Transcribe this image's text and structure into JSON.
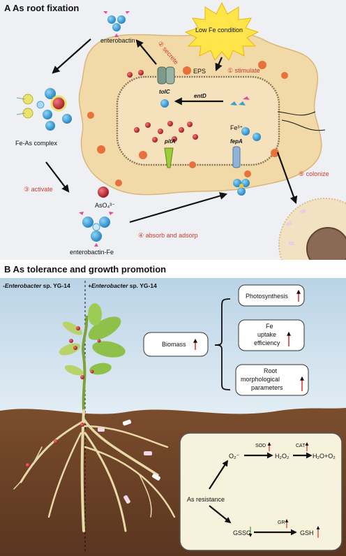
{
  "panel_a": {
    "title": "A As root fixation",
    "low_fe": "Low Fe condition",
    "stimulate": "① stimulate",
    "secrete": "② secrete",
    "activate": "③ activate",
    "absorb": "④ absorb and adsorp",
    "colonize": "⑤ colonize",
    "enterobactin": "enterobactin",
    "eps": "EPS",
    "tolc": "tolC",
    "entd": "entD",
    "fe3": "Fe³⁺",
    "pita": "pitA",
    "fepa": "fepA",
    "fe_as_complex": "Fe-As complex",
    "aso4": "AsO₄³⁻",
    "enterobactin_fe": "enterobactin-Fe"
  },
  "panel_b": {
    "title": "B As tolerance and growth promotion",
    "minus_label_italic": "-Enterobacter",
    "minus_label_rest": " sp. YG-14",
    "plus_label_italic": "+Enterobacter",
    "plus_label_rest": " sp. YG-14",
    "biomass": "Biomass",
    "photosynthesis": "Photosynthesis",
    "fe_uptake_1": "Fe",
    "fe_uptake_2": "uptake",
    "fe_uptake_3": "efficiency",
    "root_1": "Root",
    "root_2": "morphological",
    "root_3": "parameters",
    "as_resistance": "As resistance",
    "o2": "O₂⁻",
    "sod": "SOD",
    "h2o2": "H₂O₂",
    "cat": "CAT",
    "h2o_o2": "H₂O+O₂",
    "gssg": "GSSG",
    "gr": "GR",
    "gsh": "GSH"
  },
  "colors": {
    "cell": "#f1d9a8",
    "sky": "#c7dcea",
    "soil": "#6b4226",
    "up_arrow": "#e02a2a",
    "down_arrow": "#2a9a3a"
  }
}
